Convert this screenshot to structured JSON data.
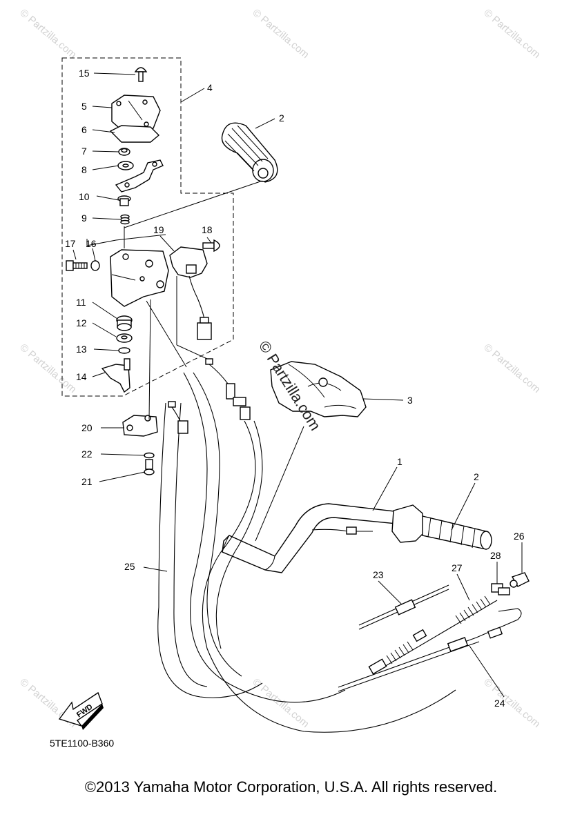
{
  "callouts": [
    {
      "n": "15",
      "label": "15"
    },
    {
      "n": "4",
      "label": "4"
    },
    {
      "n": "5",
      "label": "5"
    },
    {
      "n": "6",
      "label": "6"
    },
    {
      "n": "2a",
      "label": "2"
    },
    {
      "n": "7",
      "label": "7"
    },
    {
      "n": "8",
      "label": "8"
    },
    {
      "n": "10",
      "label": "10"
    },
    {
      "n": "9",
      "label": "9"
    },
    {
      "n": "19",
      "label": "19"
    },
    {
      "n": "18",
      "label": "18"
    },
    {
      "n": "17",
      "label": "17"
    },
    {
      "n": "16",
      "label": "16"
    },
    {
      "n": "11",
      "label": "11"
    },
    {
      "n": "12",
      "label": "12"
    },
    {
      "n": "13",
      "label": "13"
    },
    {
      "n": "14",
      "label": "14"
    },
    {
      "n": "3",
      "label": "3"
    },
    {
      "n": "20",
      "label": "20"
    },
    {
      "n": "22",
      "label": "22"
    },
    {
      "n": "21",
      "label": "21"
    },
    {
      "n": "1",
      "label": "1"
    },
    {
      "n": "2b",
      "label": "2"
    },
    {
      "n": "26",
      "label": "26"
    },
    {
      "n": "28",
      "label": "28"
    },
    {
      "n": "25",
      "label": "25"
    },
    {
      "n": "23",
      "label": "23"
    },
    {
      "n": "27",
      "label": "27"
    },
    {
      "n": "24",
      "label": "24"
    }
  ],
  "fwd_label": "FWD",
  "diagram_code": "5TE1100-B360",
  "watermark_center": "© Partzilla.com",
  "watermark_small": "© Partzilla.com",
  "copyright": "©2013 Yamaha Motor Corporation, U.S.A. All rights reserved."
}
